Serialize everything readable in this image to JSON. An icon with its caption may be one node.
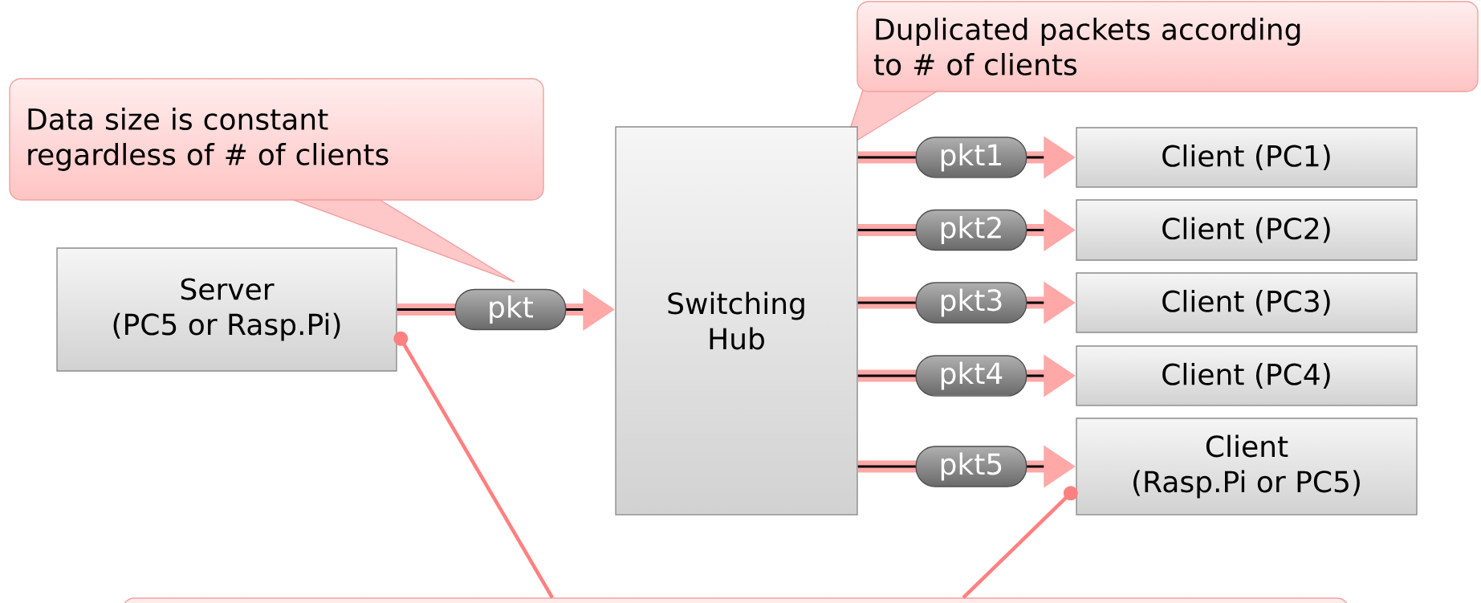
{
  "diagram": {
    "nodes": [
      {
        "text": [
          "Data size is constant regardless of # of clients"
        ]
      },
      {
        "text": [
          "Duplicated packets according to # of clients"
        ]
      },
      {
        "text": [
          "Server (PC5 or Rasp.Pi)"
        ]
      },
      {
        "text": [
          "Switching Hub"
        ]
      },
      {
        "text": [
          "Client (PC1)"
        ]
      },
      {
        "text": [
          "Client (PC2)"
        ]
      },
      {
        "text": [
          "Client (PC3)"
        ]
      },
      {
        "text": [
          "Client (PC4)"
        ]
      },
      {
        "text": [
          "Client (Rasp.Pi or PC5)"
        ]
      },
      {
        "text": [],
        "shape": "box"
      }
    ],
    "edges": [
      {
        "from": 2,
        "to": 3,
        "arrow": "to",
        "label": "pkt"
      },
      {
        "from": 3,
        "to": 4,
        "arrow": "to",
        "label": "pkt1"
      },
      {
        "from": 3,
        "to": 5,
        "arrow": "to",
        "label": "pkt2"
      },
      {
        "from": 3,
        "to": 6,
        "arrow": "to",
        "label": "pkt3"
      },
      {
        "from": 3,
        "to": 7,
        "arrow": "to",
        "label": "pkt4"
      },
      {
        "from": 3,
        "to": 8,
        "arrow": "to",
        "label": "pkt5"
      },
      {
        "from": 9,
        "to": 2,
        "arrow": "other",
        "color": "#ff8080"
      },
      {
        "from": 9,
        "to": 8,
        "arrow": "other",
        "color": "#ff8080"
      }
    ]
  }
}
